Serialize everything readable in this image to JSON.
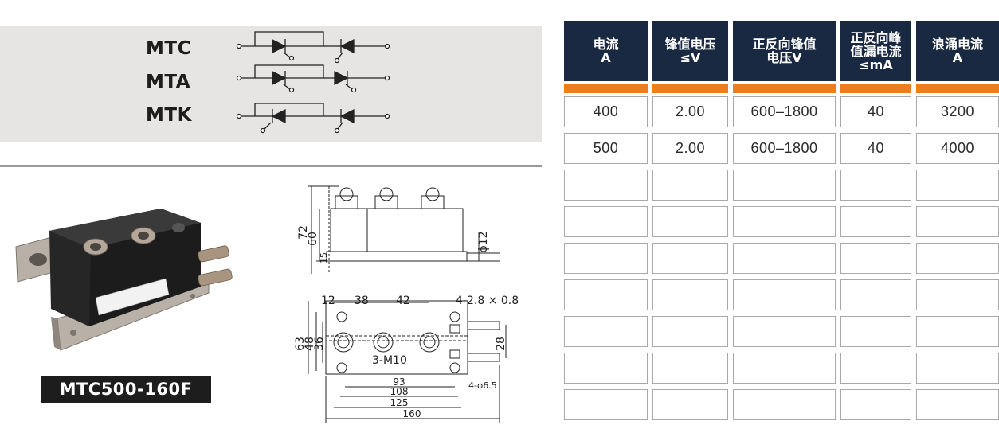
{
  "symbols": {
    "models": [
      "MTC",
      "MTA",
      "MTK"
    ]
  },
  "product": {
    "label": "MTC500-160F"
  },
  "drawing": {
    "side": {
      "h72": "72",
      "h60": "60",
      "h15": "15",
      "dia12": "ϕ12"
    },
    "top": {
      "d12": "12",
      "d38": "38",
      "d42": "42",
      "holes": "4-2.8 × 0.8",
      "screws": "3-M10",
      "h63": "63",
      "h48": "48",
      "h36": "36",
      "h28": "28",
      "w93": "93",
      "w108": "108",
      "w125": "125",
      "w160": "160",
      "mount": "4-ϕ6.5"
    }
  },
  "table": {
    "headers": [
      [
        "电流",
        "A"
      ],
      [
        "锋值电压",
        "≤V"
      ],
      [
        "正反向锋值",
        "电压V"
      ],
      [
        "正反向峰",
        "值漏电流",
        "≤mA"
      ],
      [
        "浪涌电流",
        "A"
      ]
    ],
    "rows": [
      [
        "400",
        "2.00",
        "600–1800",
        "40",
        "3200"
      ],
      [
        "500",
        "2.00",
        "600–1800",
        "40",
        "4000"
      ],
      [
        "",
        "",
        "",
        "",
        ""
      ],
      [
        "",
        "",
        "",
        "",
        ""
      ],
      [
        "",
        "",
        "",
        "",
        ""
      ],
      [
        "",
        "",
        "",
        "",
        ""
      ],
      [
        "",
        "",
        "",
        "",
        ""
      ],
      [
        "",
        "",
        "",
        "",
        ""
      ],
      [
        "",
        "",
        "",
        "",
        ""
      ]
    ]
  },
  "colors": {
    "header_bg": "#1a2942",
    "accent": "#ee7d1d",
    "band_bg": "#e6e5e3",
    "label_bg": "#1d1d1d"
  }
}
